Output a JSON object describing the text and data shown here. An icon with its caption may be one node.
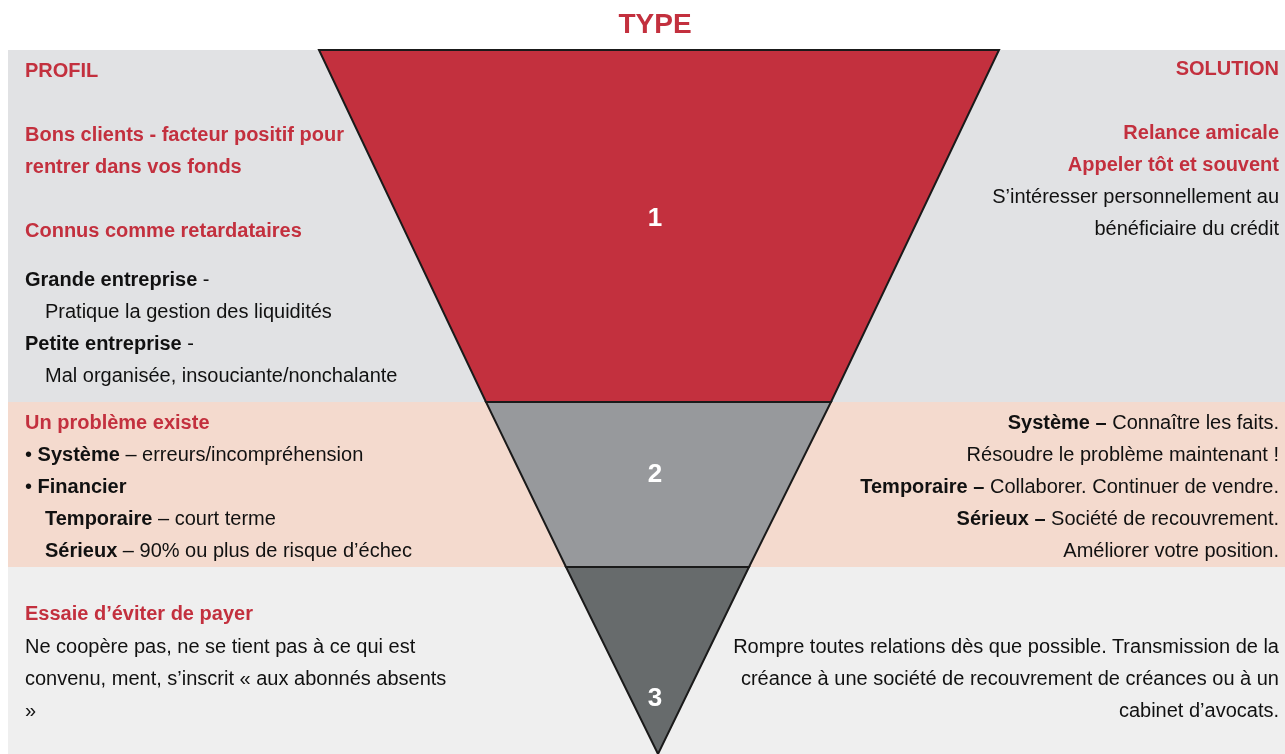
{
  "diagram": {
    "title": "TYPE",
    "nodes": [
      {
        "text": [
          "1"
        ]
      },
      {
        "text": [
          "2"
        ]
      },
      {
        "text": [
          "3"
        ]
      }
    ],
    "edges": [],
    "labels": [
      "PROFIL",
      "Bons clients - facteur positif pour rentrer dans vos fonds",
      "Connus comme retardataires",
      "**Grande entreprise** -",
      "Pratique la gestion des liquidités",
      "**Petite entreprise** -",
      "Mal organisée, insouciante/nonchalante",
      "SOLUTION",
      "Relance amicale",
      "Appeler tôt et souvent",
      "S’intéresser personnellement au bénéficiaire du crédit",
      "Un problème existe",
      "• **Système** – erreurs/incompréhension",
      "• **Financier**",
      "**Temporaire** – court terme",
      "**Sérieux** – 90% ou plus de risque d’échec",
      "**Système –** Connaître les faits.",
      "Résoudre le problème maintenant !",
      "**Temporaire –** Collaborer. Continuer de vendre.",
      "**Sérieux –** Société de recouvrement.",
      "Améliorer votre position.",
      "Essaie d’éviter de payer",
      "Ne coopère pas, ne se tient pas à ce qui est convenu, ment, s’inscrit « aux abonnés absents »",
      "Rompre toutes relations dès que possible. Transmission de la créance à une société de recouvrement de créances ou à un cabinet d’avocats."
    ]
  }
}
